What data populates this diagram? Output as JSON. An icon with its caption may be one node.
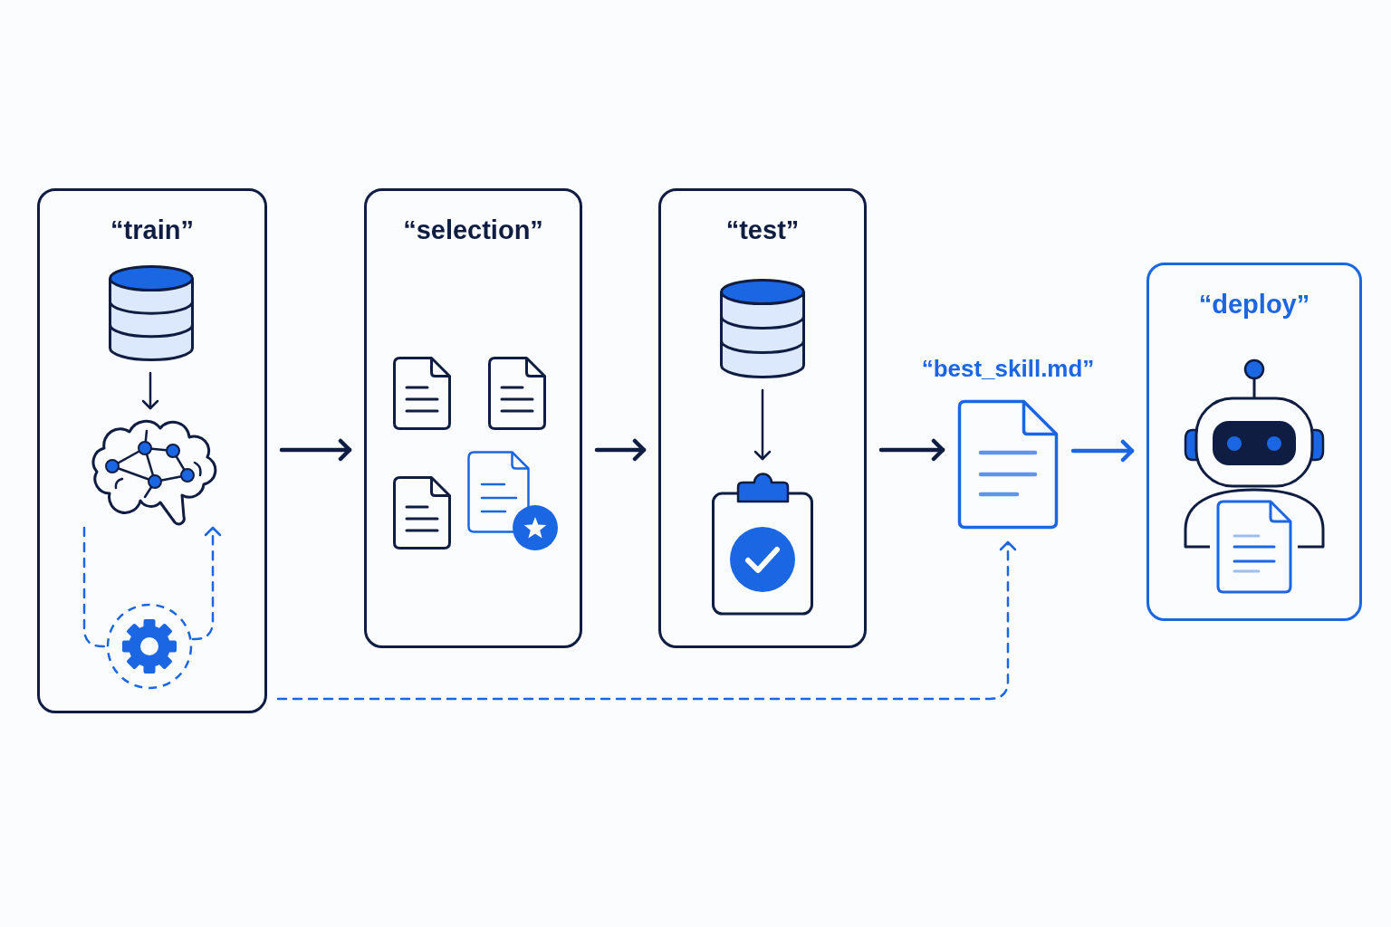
{
  "diagram": {
    "nodes": [
      {
        "text": [
          "“train”"
        ]
      },
      {
        "text": [],
        "shape": "cylinder",
        "in": 0
      },
      {
        "text": [],
        "shape": "picture",
        "in": 0
      },
      {
        "text": [],
        "shape": "picture",
        "in": 0
      },
      {
        "text": [
          "“selection”"
        ]
      },
      {
        "text": [
          "“test”"
        ]
      },
      {
        "text": [],
        "shape": "cylinder",
        "in": 5
      },
      {
        "text": [],
        "shape": "picture",
        "in": 5
      },
      {
        "text": [
          "“best_skill.md”"
        ]
      },
      {
        "text": [
          "“deploy”"
        ]
      }
    ],
    "edges": [
      {
        "from": 1,
        "to": 2,
        "arrow": "to"
      },
      {
        "from": 2,
        "to": 3,
        "arrow": "none",
        "style": "dashed",
        "color": "#1b66e3"
      },
      {
        "from": 3,
        "to": 2,
        "arrow": "to",
        "style": "dashed",
        "color": "#1b66e3"
      },
      {
        "from": 0,
        "to": 4,
        "arrow": "to"
      },
      {
        "from": 4,
        "to": 5,
        "arrow": "to"
      },
      {
        "from": 6,
        "to": 7,
        "arrow": "to"
      },
      {
        "from": 5,
        "to": 8,
        "arrow": "to"
      },
      {
        "from": 8,
        "to": 9,
        "arrow": "to",
        "color": "#1b66e3"
      },
      {
        "from": 0,
        "to": 8,
        "arrow": "to",
        "style": "dashed",
        "color": "#1b66e3"
      }
    ]
  }
}
